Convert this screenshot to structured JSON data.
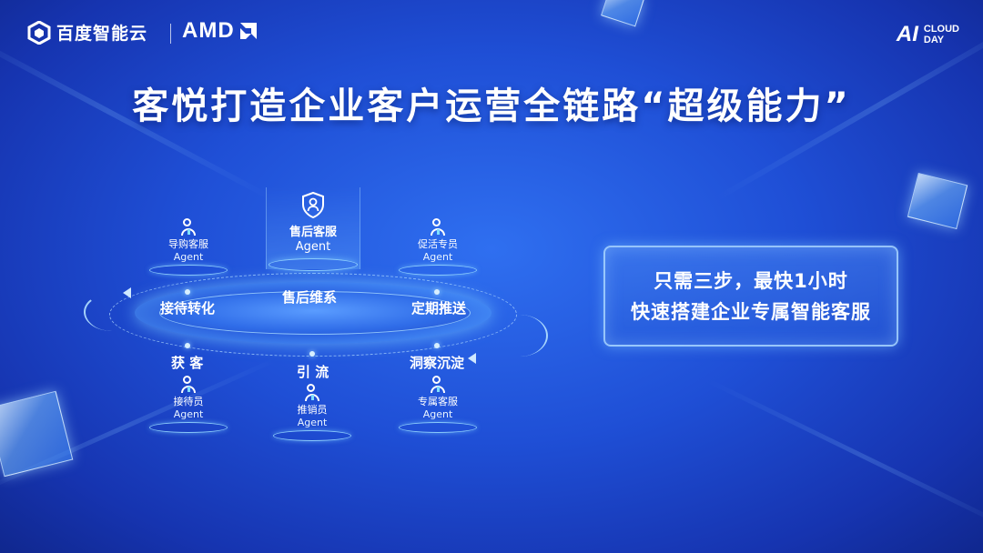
{
  "header": {
    "baidu_logo_text": "百度智能云",
    "amd_logo_text": "AMD",
    "event_logo_ai": "AI",
    "event_logo_line1": "CLOUD",
    "event_logo_line2": "DAY"
  },
  "title": "客悦打造企业客户运营全链路“超级能力”",
  "stages": {
    "reception": "接待转化",
    "aftersales_maintain": "售后维系",
    "periodic_push": "定期推送",
    "acquire": "获 客",
    "traffic": "引 流",
    "insight": "洞察沉淀"
  },
  "agents": {
    "featured": {
      "role": "售后客服",
      "sub": "Agent"
    },
    "shopping_guide": {
      "role": "导购客服",
      "sub": "Agent"
    },
    "promotion": {
      "role": "促活专员",
      "sub": "Agent"
    },
    "receptionist": {
      "role": "接待员",
      "sub": "Agent"
    },
    "promoter": {
      "role": "推销员",
      "sub": "Agent"
    },
    "dedicated": {
      "role": "专属客服",
      "sub": "Agent"
    }
  },
  "callout": {
    "line1": "只需三步，最快1小时",
    "line2": "快速搭建企业专属智能客服"
  },
  "icons": [
    "baidu-hex-logo-icon",
    "amd-arrow-logo-icon",
    "shield-person-icon",
    "person-icon"
  ],
  "colors": {
    "background": "#1f4fd6",
    "accent_glow": "#9fd8ff",
    "tie": "#7fe0ff"
  }
}
